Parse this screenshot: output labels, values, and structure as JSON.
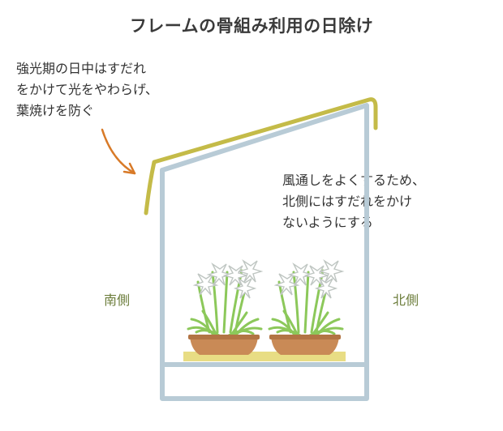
{
  "title": "フレームの骨組み利用の日除け",
  "left_note": "強光期の日中はすだれ\nをかけて光をやわらげ、\n葉焼けを防ぐ",
  "right_note": "風通しをよくするため、\n北側にはすだれをかけ\nないようにする",
  "south_label": "南側",
  "north_label": "北側",
  "colors": {
    "frame": "#b8cbd6",
    "shade_screen": "#c4bb48",
    "arrow": "#d87a28",
    "tray": "#e8dd84",
    "pot": "#c98a56",
    "leaf": "#8cc85a",
    "label_green": "#6c7d3b"
  }
}
